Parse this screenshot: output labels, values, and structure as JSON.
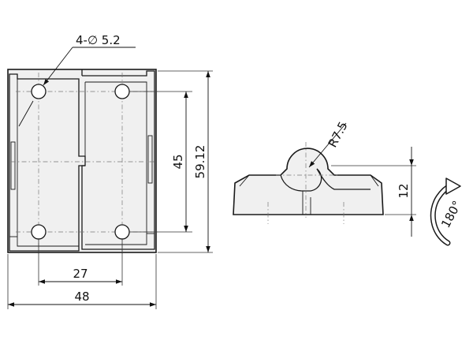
{
  "front_view": {
    "hole_callout": "4-∅ 5.2",
    "dim_height_inner": "45",
    "dim_height_total": "59.12",
    "dim_width_holes": "27",
    "dim_width_total": "48"
  },
  "side_view": {
    "radius_label": "R7.5",
    "dim_height": "12",
    "rotation_label": "180°",
    "rotation_icon": "rotate-arrow-icon"
  }
}
